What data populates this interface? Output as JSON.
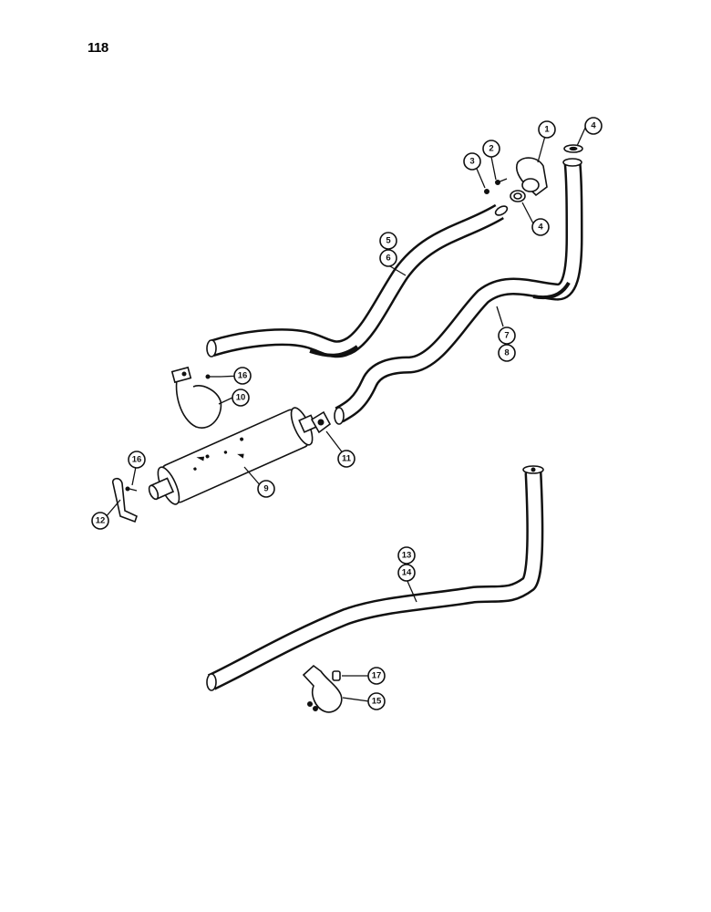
{
  "page": {
    "number": "118"
  },
  "callouts": {
    "c1": "1",
    "c2": "2",
    "c3": "3",
    "c4a": "4",
    "c4b": "4",
    "c5": "5",
    "c6": "6",
    "c7": "7",
    "c8": "8",
    "c9": "9",
    "c10": "10",
    "c11": "11",
    "c12": "12",
    "c13": "13",
    "c14": "14",
    "c15": "15",
    "c16a": "16",
    "c16b": "16",
    "c17": "17"
  }
}
